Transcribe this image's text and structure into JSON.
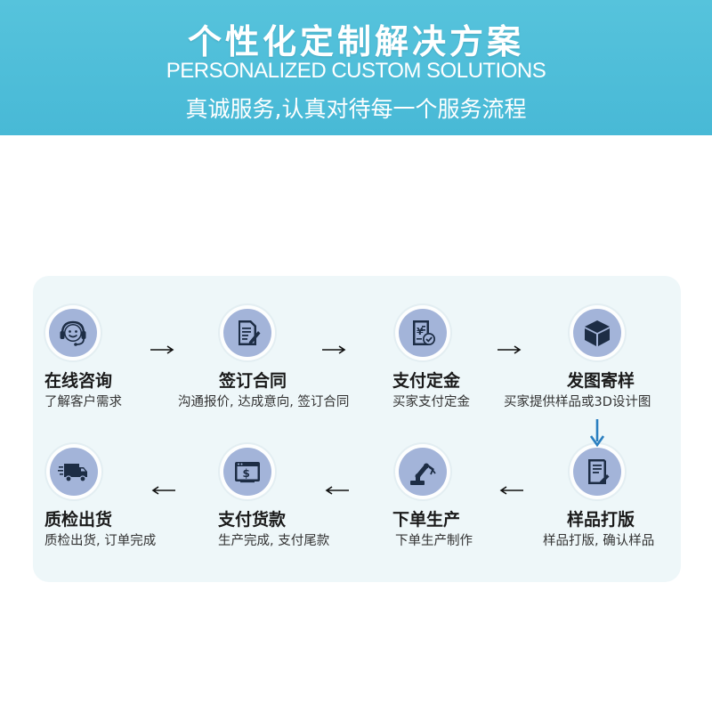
{
  "banner": {
    "title": "个性化定制解决方案",
    "subtitle": "PERSONALIZED CUSTOM SOLUTIONS",
    "slogan": "真诚服务,认真对待每一个服务流程",
    "color": "#4fbfd9"
  },
  "steps": [
    {
      "title": "在线咨询",
      "desc": "了解客户需求",
      "icon": "customer-service-headset-icon"
    },
    {
      "title": "签订合同",
      "desc": "沟通报价, 达成意向, 签订合同",
      "icon": "contract-document-icon"
    },
    {
      "title": "支付定金",
      "desc": "买家支付定金",
      "icon": "payment-receipt-icon"
    },
    {
      "title": "发图寄样",
      "desc": "买家提供样品或3D设计图",
      "icon": "package-box-icon"
    },
    {
      "title": "样品打版",
      "desc": "样品打版, 确认样品",
      "icon": "sample-document-icon"
    },
    {
      "title": "下单生产",
      "desc": "下单生产制作",
      "icon": "robot-arm-icon"
    },
    {
      "title": "支付货款",
      "desc": "生产完成, 支付尾款",
      "icon": "dollar-payment-icon"
    },
    {
      "title": "质检出货",
      "desc": "质检出货, 订单完成",
      "icon": "delivery-truck-icon"
    }
  ],
  "colors": {
    "icon_fill": "#a3b4d9",
    "icon_dark": "#1d2d45",
    "accent_arrow": "#2a7fc0",
    "panel": "#eef7f9"
  }
}
